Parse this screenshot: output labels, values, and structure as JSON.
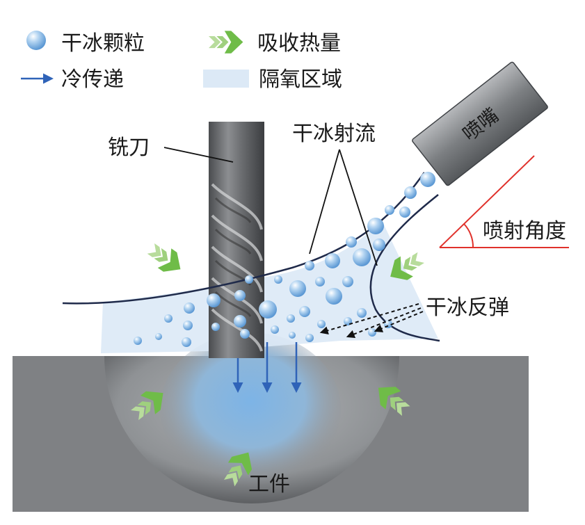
{
  "legend": {
    "particles": "干冰颗粒",
    "heat_absorb": "吸收热量",
    "cold_transfer": "冷传递",
    "isolation_zone": "隔氧区域"
  },
  "labels": {
    "milling_cutter": "铣刀",
    "dry_ice_jet": "干冰射流",
    "nozzle": "喷嘴",
    "spray_angle": "喷射角度",
    "dry_ice_rebound": "干冰反弹",
    "workpiece": "工件"
  },
  "colors": {
    "particle_blue": "#6aa5dc",
    "heat_arrow_green": "#7cc25a",
    "cold_arrow_blue": "#2f63b8",
    "isolation_fill": "#dce9f6",
    "workpiece_gray": "#7f8184",
    "angle_red": "#e0312b",
    "outline_navy": "#1f2a4a"
  }
}
